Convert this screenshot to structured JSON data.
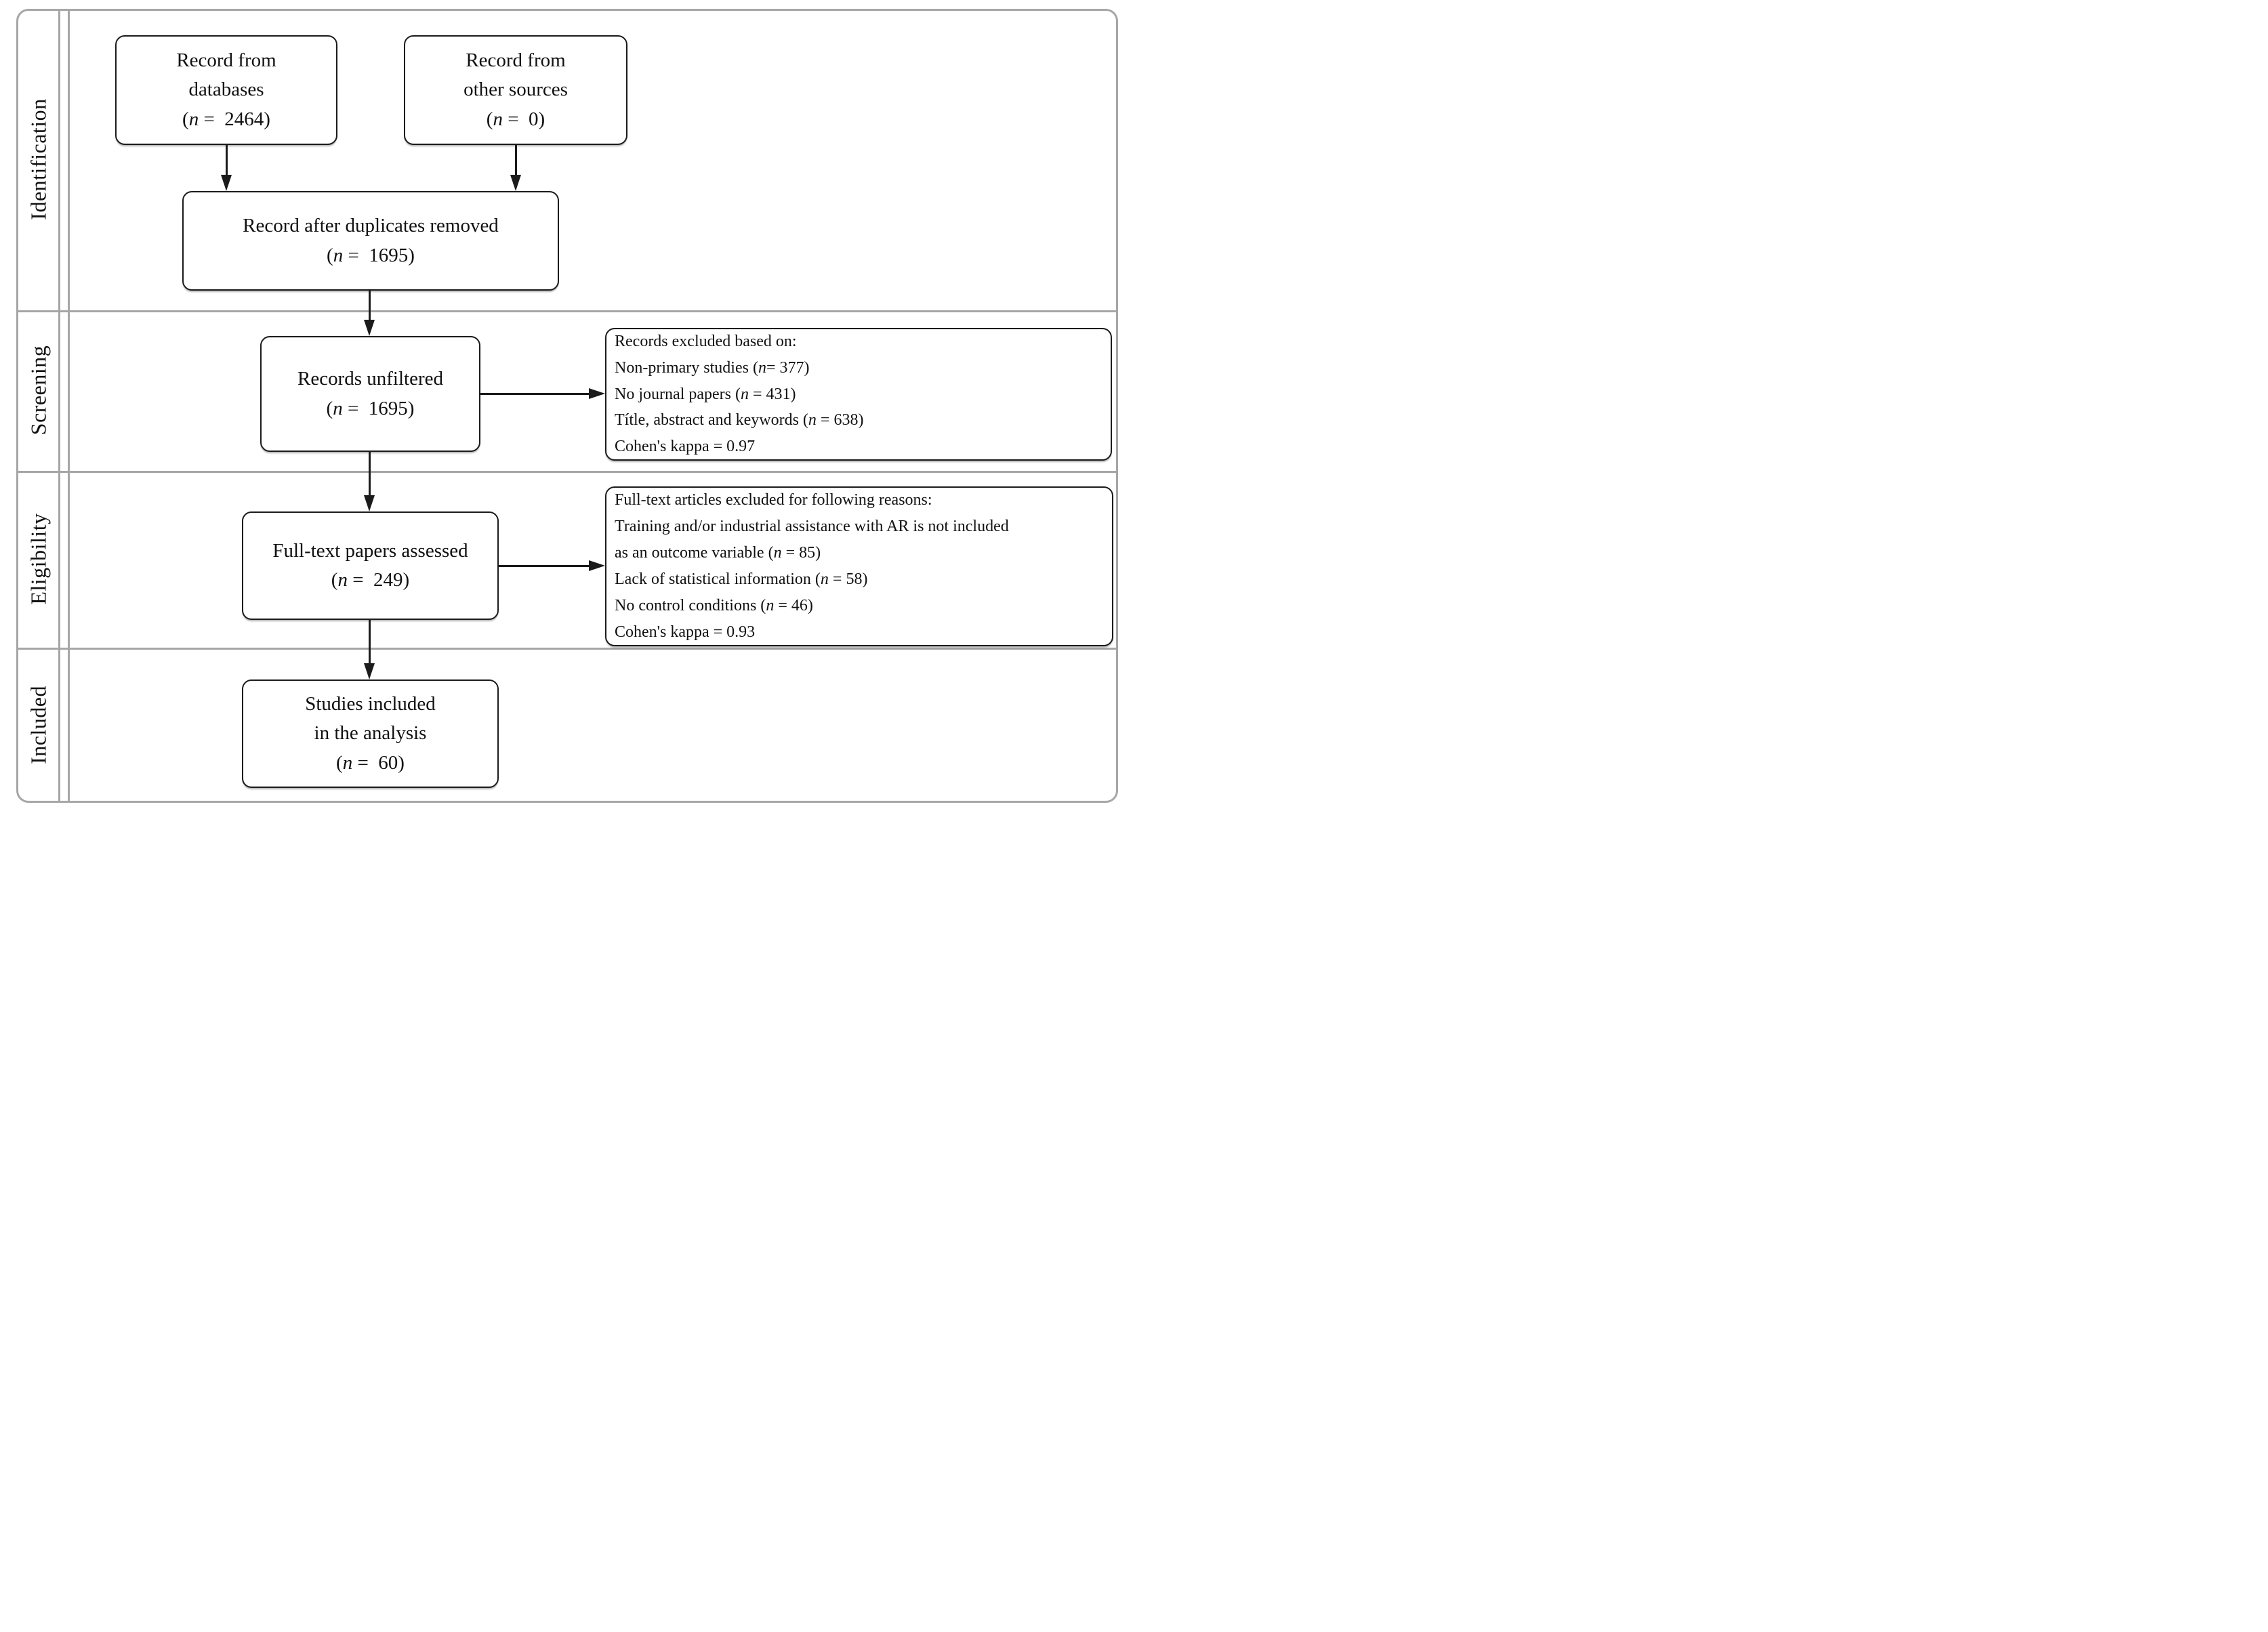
{
  "stages": [
    {
      "label": "Identification"
    },
    {
      "label": "Screening"
    },
    {
      "label": "Eligibility"
    },
    {
      "label": "Included"
    }
  ],
  "boxes": {
    "record_databases": {
      "lines": [
        [
          {
            "t": "Record from"
          }
        ],
        [
          {
            "t": "databases"
          }
        ],
        [
          {
            "t": "("
          },
          {
            "t": "n",
            "i": true
          },
          {
            "t": " =  2464)"
          }
        ]
      ]
    },
    "record_other_sources": {
      "lines": [
        [
          {
            "t": "Record from"
          }
        ],
        [
          {
            "t": "other sources"
          }
        ],
        [
          {
            "t": "("
          },
          {
            "t": "n",
            "i": true
          },
          {
            "t": " =  0)"
          }
        ]
      ]
    },
    "duplicates_removed": {
      "lines": [
        [
          {
            "t": "Record after duplicates removed"
          }
        ],
        [
          {
            "t": "("
          },
          {
            "t": "n",
            "i": true
          },
          {
            "t": " =  1695)"
          }
        ]
      ]
    },
    "records_unfiltered": {
      "lines": [
        [
          {
            "t": "Records unfiltered"
          }
        ],
        [
          {
            "t": "("
          },
          {
            "t": "n",
            "i": true
          },
          {
            "t": " =  1695)"
          }
        ]
      ]
    },
    "screening_excluded": {
      "lines": [
        [
          {
            "t": "Records excluded based on:"
          }
        ],
        [
          {
            "t": "Non-primary studies ("
          },
          {
            "t": "n",
            "i": true
          },
          {
            "t": "= 377)"
          }
        ],
        [
          {
            "t": "No journal papers ("
          },
          {
            "t": "n",
            "i": true
          },
          {
            "t": " = 431)"
          }
        ],
        [
          {
            "t": "Títle, abstract and keywords ("
          },
          {
            "t": "n",
            "i": true
          },
          {
            "t": " = 638)"
          }
        ],
        [
          {
            "t": "Cohen's kappa = 0.97"
          }
        ]
      ]
    },
    "fulltext_assessed": {
      "lines": [
        [
          {
            "t": "Full-text papers assessed"
          }
        ],
        [
          {
            "t": "("
          },
          {
            "t": "n",
            "i": true
          },
          {
            "t": " =  249)"
          }
        ]
      ]
    },
    "fulltext_excluded": {
      "lines": [
        [
          {
            "t": "Full-text articles excluded for following reasons:"
          }
        ],
        [
          {
            "t": "Training and/or industrial assistance with AR is not included"
          }
        ],
        [
          {
            "t": "as an outcome variable ("
          },
          {
            "t": "n",
            "i": true
          },
          {
            "t": " = 85)"
          }
        ],
        [
          {
            "t": "Lack of statistical information ("
          },
          {
            "t": "n",
            "i": true
          },
          {
            "t": " = 58)"
          }
        ],
        [
          {
            "t": "No control conditions ("
          },
          {
            "t": "n",
            "i": true
          },
          {
            "t": " = 46)"
          }
        ],
        [
          {
            "t": "Cohen's kappa = 0.93"
          }
        ]
      ]
    },
    "studies_included": {
      "lines": [
        [
          {
            "t": "Studies included"
          }
        ],
        [
          {
            "t": "in the analysis"
          }
        ],
        [
          {
            "t": "("
          },
          {
            "t": "n",
            "i": true
          },
          {
            "t": " =  60)"
          }
        ]
      ]
    }
  },
  "colors": {
    "box_line": "#1b1b1b",
    "frame_line": "#a6a6a6",
    "background": "#ffffff",
    "text": "#111111"
  }
}
